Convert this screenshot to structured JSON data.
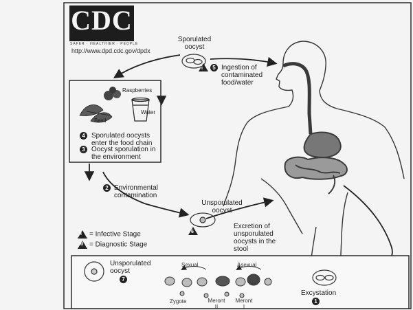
{
  "header": {
    "logo_text": "CDC",
    "logo_tagline": "SAFER · HEALTHIER · PEOPLE",
    "url": "http://www.dpd.cdc.gov/dpdx"
  },
  "stages": {
    "s1": {
      "number": "1",
      "label": "Excystation"
    },
    "s2": {
      "number": "2",
      "label": "Environmental contamination"
    },
    "s3": {
      "number": "3",
      "label": "Oocyst sporulation in the environment"
    },
    "s4": {
      "number": "4",
      "label": "Sporulated oocysts enter the food chain"
    },
    "s5": {
      "number": "5",
      "label": "Ingestion of contaminated food/water"
    },
    "s6": {
      "number": "6",
      "label": "Excretion of unsporulated oocysts in the stool"
    },
    "s7": {
      "number": "7",
      "label": "Unsporulated oocyst"
    }
  },
  "labels": {
    "sporulated": "Sporulated oocyst",
    "unsporulated": "Unsporulated oocyst",
    "raspberries": "Raspberries",
    "basil": "Basil",
    "water": "Water",
    "sexual": "Sexual",
    "asexual": "Asexual",
    "zygote": "Zygote",
    "meront2": "Meront II",
    "meront1": "Meront I"
  },
  "legend": {
    "infective": "= Infective Stage",
    "diagnostic": "= Diagnostic Stage",
    "infective_symbol": "i",
    "diagnostic_symbol": "d"
  }
}
